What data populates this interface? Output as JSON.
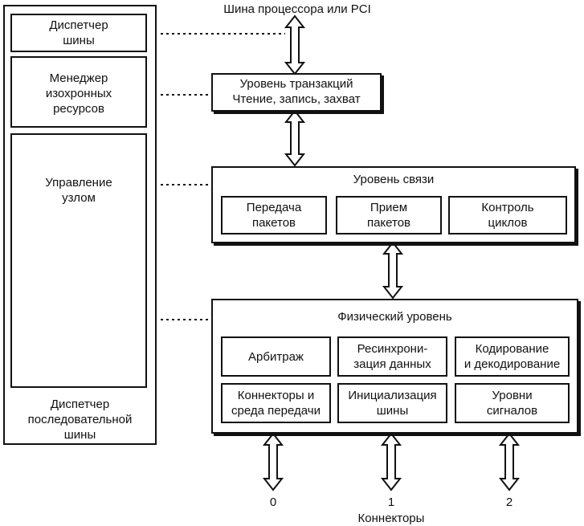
{
  "left_panel": {
    "bus_manager": "Диспетчер\nшины",
    "isochronous_manager": "Менеджер\nизохронных\nресурсов",
    "node_control": "Управление\nузлом",
    "serial_bus_manager": "Диспетчер\nпоследовательной\nшины"
  },
  "top_label": "Шина процессора или PCI",
  "transaction_layer": {
    "title": "Уровень транзакций\nЧтение, запись, захват"
  },
  "link_layer": {
    "title": "Уровень связи",
    "blocks": [
      "Передача\nпакетов",
      "Прием\nпакетов",
      "Контроль\nциклов"
    ]
  },
  "physical_layer": {
    "title": "Физический уровень",
    "blocks": [
      "Арбитраж",
      "Ресинхрони-\nзация данных",
      "Кодирование\nи декодирование",
      "Коннекторы и\nсреда передачи",
      "Инициализация\nшины",
      "Уровни\nсигналов"
    ]
  },
  "connectors": {
    "numbers": [
      "0",
      "1",
      "2"
    ],
    "label": "Коннекторы"
  }
}
